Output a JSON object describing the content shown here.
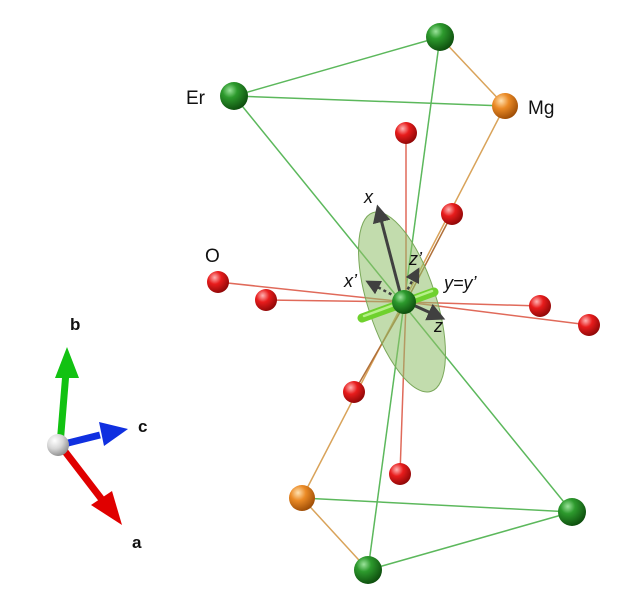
{
  "labels": {
    "er": "Er",
    "mg": "Mg",
    "o": "O",
    "x": "x",
    "x_prime": "x’",
    "z_prime": "z’",
    "y_eq": "y=y’",
    "z": "z"
  },
  "axes_triad": {
    "a": "a",
    "b": "b",
    "c": "c"
  },
  "colors": {
    "er": "#1f8a1f",
    "mg": "#e0841c",
    "o": "#e01515",
    "bond_er": "#5cb85c",
    "bond_mg": "#d9a35a",
    "bond_o": "#e06a5a",
    "ellipsoid": "#8fbf6a",
    "axis_arrow": "#404040",
    "triad_a": "#e00000",
    "triad_b": "#12c212",
    "triad_c": "#1030e0"
  }
}
